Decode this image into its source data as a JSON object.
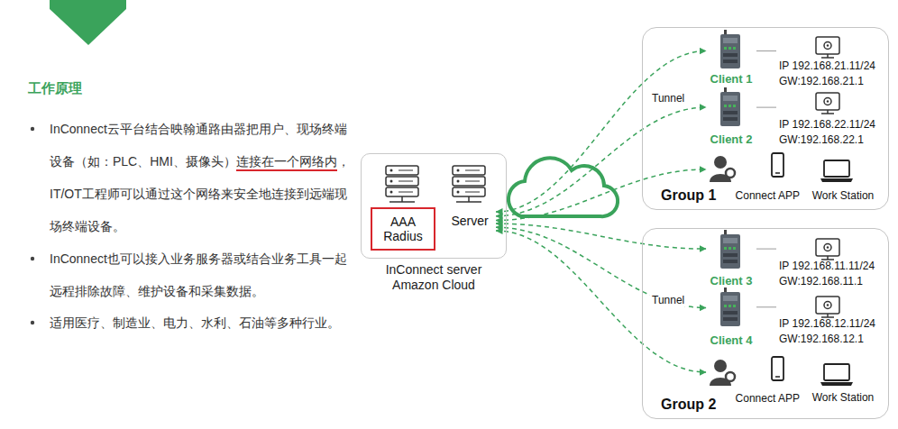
{
  "diagram": {
    "nodes": [
      {
        "text": [
          "InConnect server Amazon Cloud"
        ]
      },
      {
        "text": [
          "AAA Radius"
        ],
        "in": 0
      },
      {
        "text": [
          "Server"
        ],
        "in": 0
      },
      {
        "text": [
          "Group 1"
        ]
      },
      {
        "text": [
          "Client 1"
        ],
        "in": 3
      },
      {
        "text": [
          "IP 192.168.21.11/24 GW:192.168.21.1"
        ],
        "in": 3
      },
      {
        "text": [
          "Client 2"
        ],
        "in": 3
      },
      {
        "text": [
          "IP 192.168.22.11/24 GW:192.168.22.1"
        ],
        "in": 3
      },
      {
        "text": [
          "Connect APP"
        ],
        "in": 3
      },
      {
        "text": [
          "Work Station"
        ],
        "in": 3
      },
      {
        "text": [
          "Group 2"
        ]
      },
      {
        "text": [
          "Client 3"
        ],
        "in": 10
      },
      {
        "text": [
          "IP 192.168.11.11/24 GW:192.168.11.1"
        ],
        "in": 10
      },
      {
        "text": [
          "Client 4"
        ],
        "in": 10
      },
      {
        "text": [
          "IP 192.168.12.11/24 GW:192.168.12.1"
        ],
        "in": 10
      },
      {
        "text": [
          "Connect APP"
        ],
        "in": 10
      },
      {
        "text": [
          "Work Station"
        ],
        "in": 10
      }
    ],
    "edges": [
      {
        "from": 2,
        "to": 4,
        "arrow": "both"
      },
      {
        "from": 2,
        "to": 6,
        "arrow": "both"
      },
      {
        "from": 2,
        "to": 8,
        "arrow": "both"
      },
      {
        "from": 2,
        "to": 11,
        "arrow": "both"
      },
      {
        "from": 2,
        "to": 13,
        "arrow": "both"
      },
      {
        "from": 2,
        "to": 15,
        "arrow": "both"
      },
      {
        "from": 4,
        "to": 5,
        "arrow": "none"
      },
      {
        "from": 6,
        "to": 7,
        "arrow": "none"
      },
      {
        "from": 11,
        "to": 12,
        "arrow": "none"
      },
      {
        "from": 13,
        "to": 14,
        "arrow": "none"
      }
    ],
    "labels": [
      "工作原理",
      "InConnect云平台结合映翰通路由器把用户、现场终端设备（如：PLC、HMI、摄像头）",
      "连接在一个网络内",
      "，IT/OT工程师可以通过这个网络来安全地连接到远端现场终端设备。",
      "InConnect也可以接入业务服务器或结合业务工具一起远程排除故障、维护设备和采集数据。",
      "适用医疗、制造业、电力、水利、石油等多种行业。",
      "Tunnel",
      "Tunnel"
    ]
  }
}
